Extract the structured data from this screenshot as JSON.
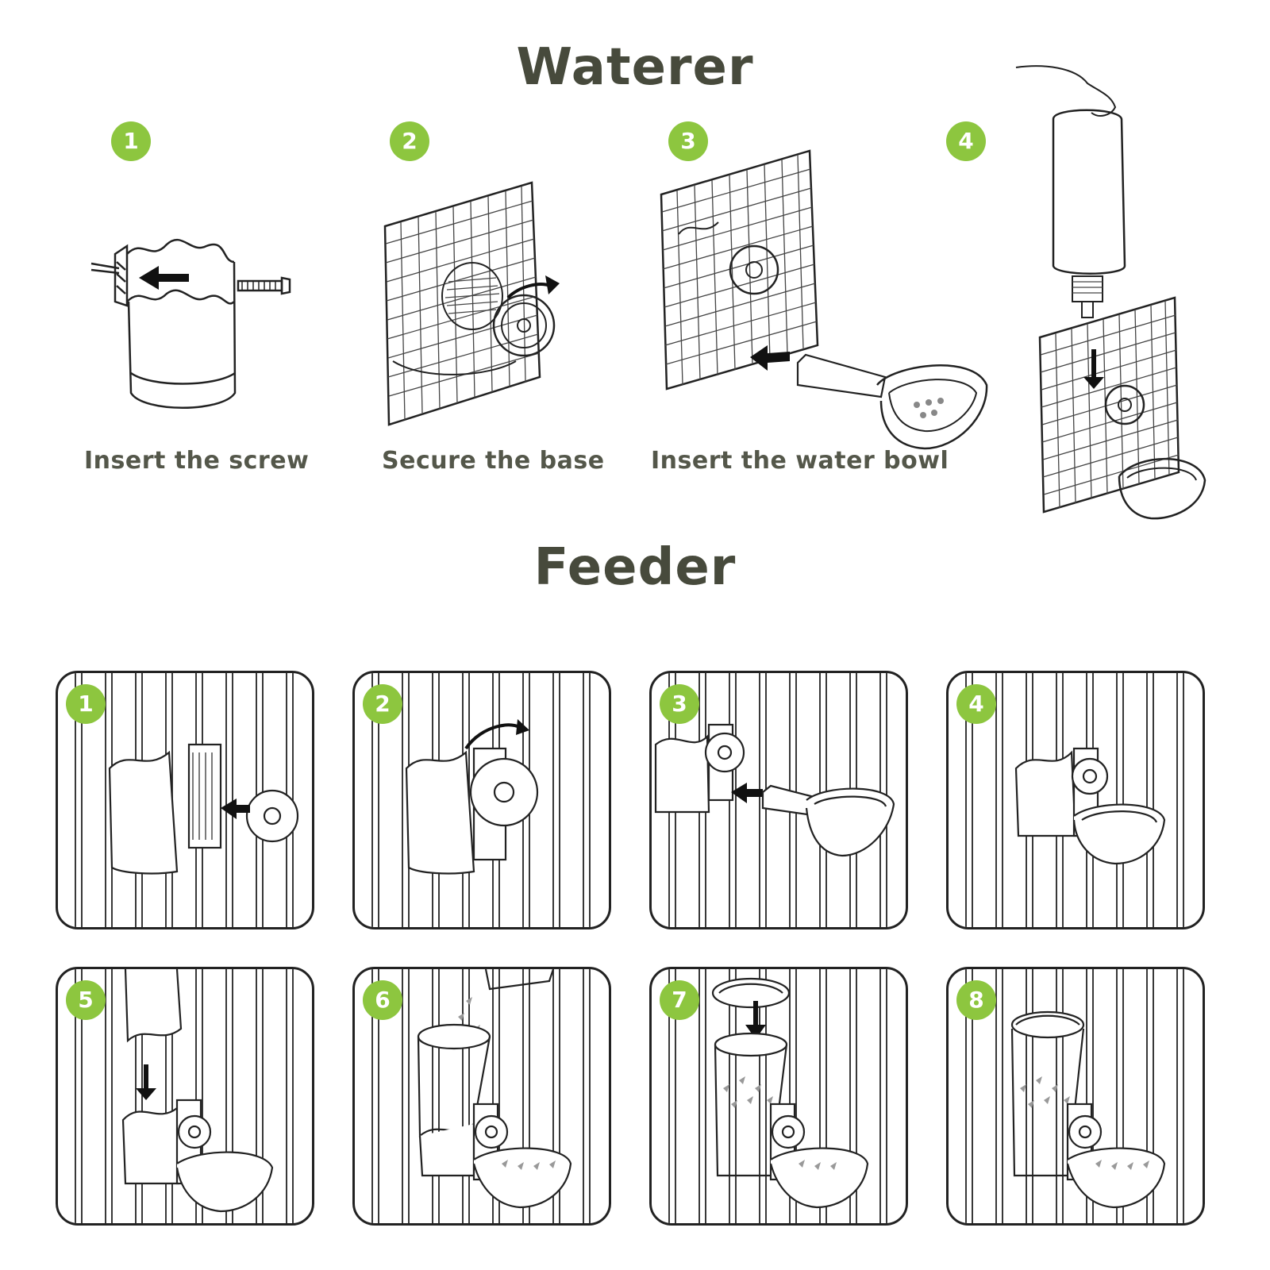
{
  "accent_color": "#8dc63f",
  "line_color": "#222222",
  "waterer": {
    "title": "Waterer",
    "steps": [
      {
        "number": "1",
        "caption": "Insert the screw",
        "icon": "cup-screw-icon"
      },
      {
        "number": "2",
        "caption": "Secure the base",
        "icon": "grid-base-icon"
      },
      {
        "number": "3",
        "caption": "Insert the water bowl",
        "icon": "grid-bowl-icon"
      },
      {
        "number": "4",
        "caption": "",
        "icon": "bottle-grid-icon"
      }
    ]
  },
  "feeder": {
    "title": "Feeder",
    "steps": [
      {
        "number": "1",
        "icon": "bars-screw-icon"
      },
      {
        "number": "2",
        "icon": "bars-turn-icon"
      },
      {
        "number": "3",
        "icon": "bars-bowl-insert-icon"
      },
      {
        "number": "4",
        "icon": "bars-bowl-attached-icon"
      },
      {
        "number": "5",
        "icon": "bars-tube-down-icon"
      },
      {
        "number": "6",
        "icon": "bars-food-pour-icon"
      },
      {
        "number": "7",
        "icon": "bars-lid-down-icon"
      },
      {
        "number": "8",
        "icon": "bars-complete-icon"
      }
    ]
  }
}
